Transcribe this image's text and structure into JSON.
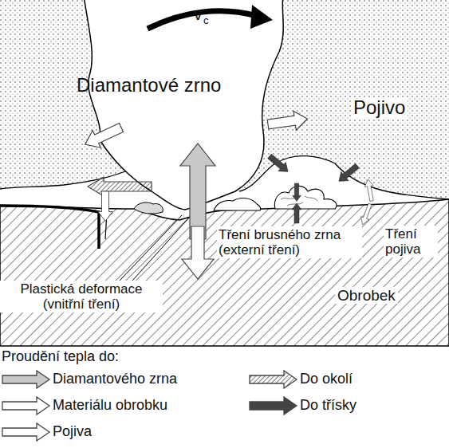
{
  "diagram": {
    "nodes": [
      {
        "text": [
          "Diamantové zrno"
        ]
      },
      {
        "text": [
          "Pojivo"
        ]
      },
      {
        "text": [
          "Obrobek"
        ]
      }
    ],
    "labels": [
      "v",
      "c",
      "Tření brusného zrna (externí tření)",
      "Tření pojiva",
      "Plastická deformace (vnitřní tření)",
      "Proudění tepla do:"
    ],
    "legend": [
      {
        "text": "Diamantového zrna",
        "color": "#c8c8c8"
      },
      {
        "text": "Materiálu obrobku",
        "color": "#ffffff"
      },
      {
        "text": "Pojiva",
        "color": "#ffffff"
      },
      {
        "text": "Do okolí"
      },
      {
        "text": "Do třísky",
        "color": "#444444"
      }
    ]
  }
}
